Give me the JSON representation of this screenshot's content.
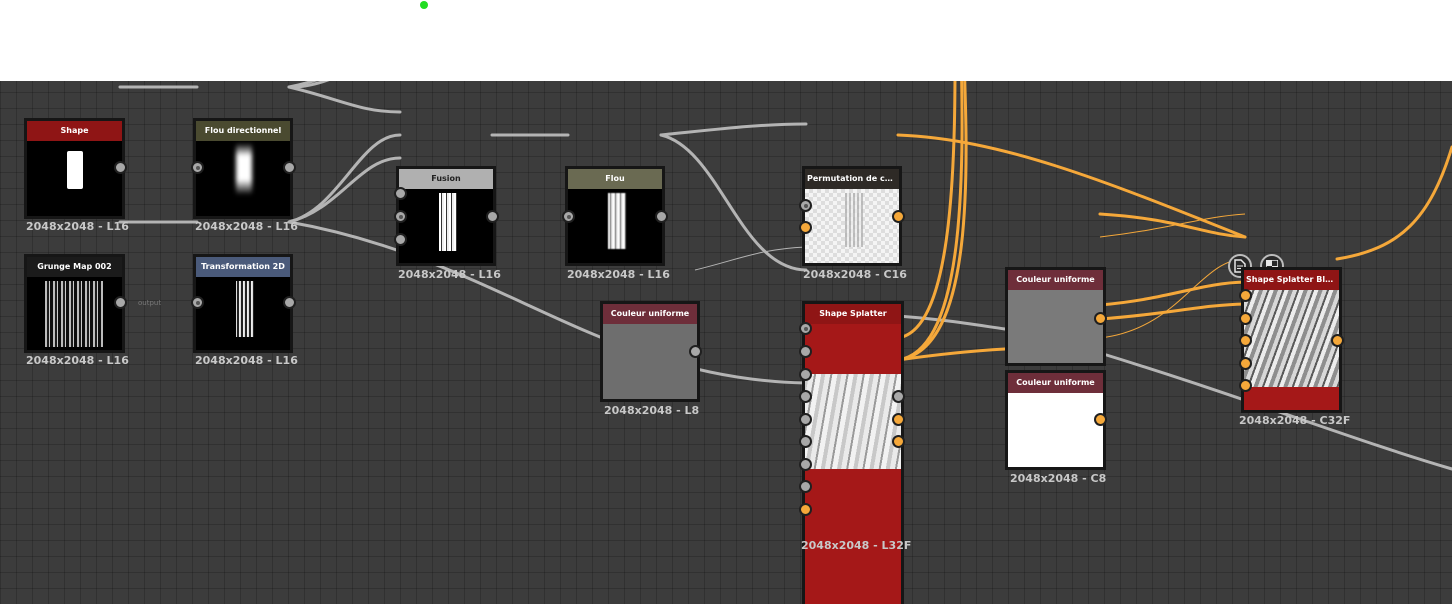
{
  "nodes": {
    "shape": {
      "title": "Shape",
      "res": "2048x2048 - L16",
      "color": "#8f1515"
    },
    "flou_dir": {
      "title": "Flou directionnel",
      "res": "2048x2048 - L16",
      "color": "#4a4a30"
    },
    "grunge": {
      "title": "Grunge Map 002",
      "res": "2048x2048 - L16",
      "color": "#1b1b1b"
    },
    "transform2d": {
      "title": "Transformation 2D",
      "res": "2048x2048 - L16",
      "color": "#4a5a7a"
    },
    "fusion": {
      "title": "Fusion",
      "res": "2048x2048 - L16",
      "color": "#b0b0b0"
    },
    "flou": {
      "title": "Flou",
      "res": "2048x2048 - L16",
      "color": "#6a6a52"
    },
    "permutation": {
      "title": "Permutation de canaux",
      "res": "2048x2048 - C16",
      "color": "#2e2a26"
    },
    "couleur1": {
      "title": "Couleur uniforme",
      "res": "2048x2048 - L8",
      "color": "#6e2e3a"
    },
    "shape_splatter": {
      "title": "Shape Splatter",
      "res": "2048x2048 - L32F",
      "color": "#8f1515"
    },
    "couleur2": {
      "title": "Couleur uniforme",
      "color": "#6e2e3a"
    },
    "couleur3": {
      "title": "Couleur uniforme",
      "res": "2048x2048 - C8",
      "color": "#6e2e3a"
    },
    "blend": {
      "title": "Shape Splatter Blend C...",
      "res": "2048x2048 - C32F",
      "color": "#8f1515"
    }
  },
  "faint_label": "output",
  "icons": {
    "doc": "document-icon",
    "checker": "checker-icon"
  },
  "colors": {
    "wire_grey": "#b4b4b4",
    "wire_orange": "#f5a83a",
    "canvas": "#3c3c3c"
  }
}
